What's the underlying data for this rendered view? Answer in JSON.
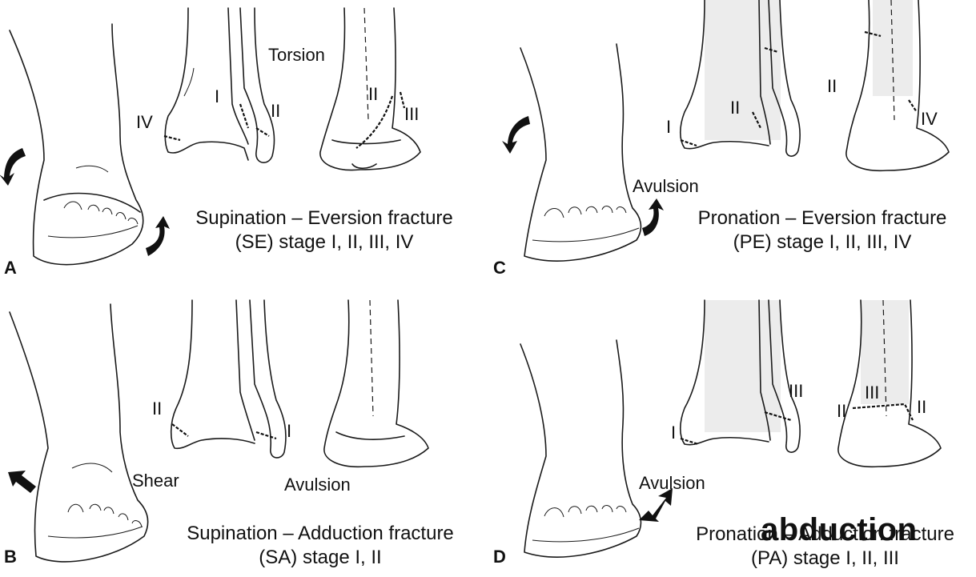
{
  "panels": {
    "A": {
      "letter": "A",
      "caption_line1": "Supination – Eversion fracture",
      "caption_line2": "(SE) stage I, II, III, IV",
      "labels": {
        "torsion": "Torsion",
        "I": "I",
        "II": "II",
        "IV": "IV",
        "II_b": "II",
        "III": "III"
      }
    },
    "B": {
      "letter": "B",
      "caption_line1": "Supination – Adduction fracture",
      "caption_line2": "(SA) stage I, II",
      "labels": {
        "II": "II",
        "I": "I",
        "shear": "Shear",
        "avulsion": "Avulsion"
      }
    },
    "C": {
      "letter": "C",
      "caption_line1": "Pronation – Eversion fracture",
      "caption_line2": "(PE) stage I, II, III, IV",
      "labels": {
        "I": "I",
        "II": "II",
        "II_b": "II",
        "IV": "IV",
        "avulsion": "Avulsion"
      }
    },
    "D": {
      "letter": "D",
      "caption_line1": "Pronation – Adduction fracture",
      "caption_line2": "(PA) stage I, II, III",
      "overlay_text": "abduction",
      "labels": {
        "I": "I",
        "III": "III",
        "II_left": "II",
        "III_b": "III",
        "II_right": "II",
        "avulsion": "Avulsion"
      }
    }
  },
  "colors": {
    "ink": "#111111",
    "stipple": "#ececec"
  }
}
